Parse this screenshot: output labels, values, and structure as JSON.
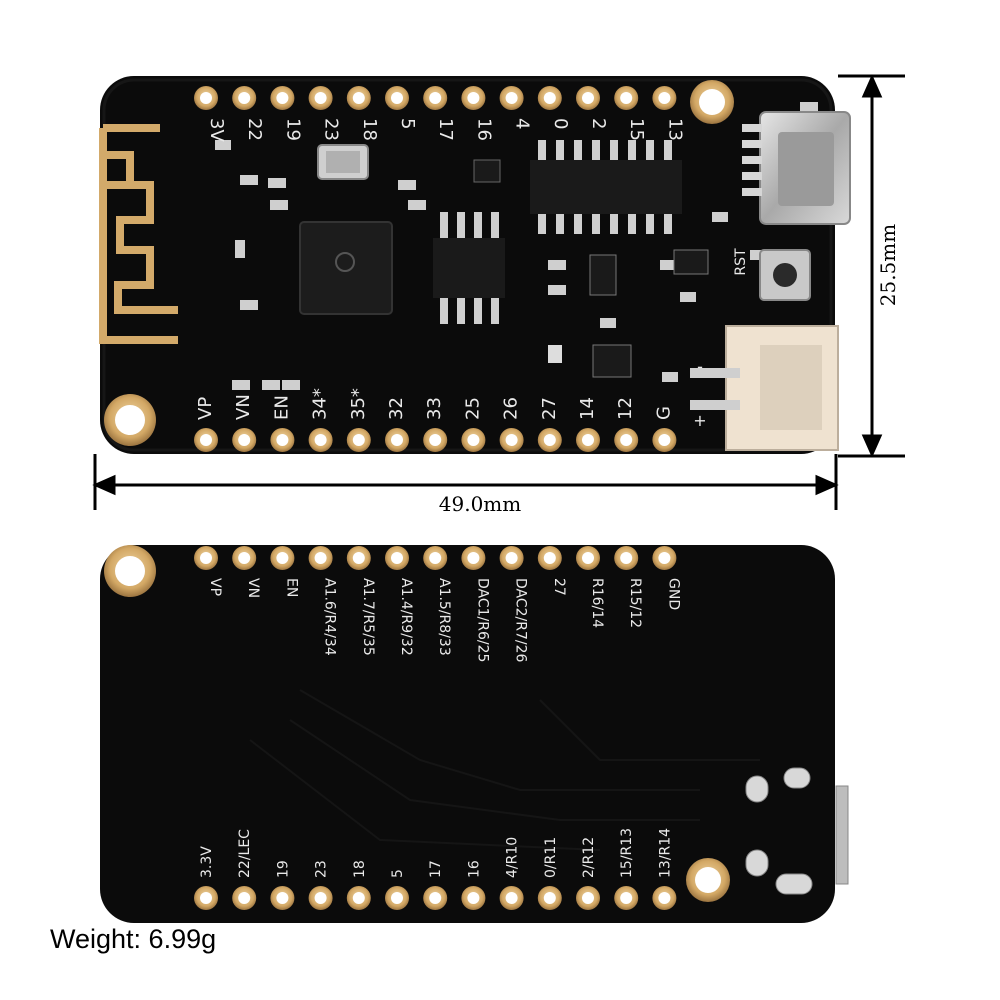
{
  "dimensions": {
    "width_label": "49.0mm",
    "height_label": "25.5mm"
  },
  "weight_label": "Weight: 6.99g",
  "top_board": {
    "top_pins": [
      "3V",
      "22",
      "19",
      "23",
      "18",
      "5",
      "17",
      "16",
      "4",
      "0",
      "2",
      "15",
      "13"
    ],
    "bottom_pins": [
      "VP",
      "VN",
      "EN",
      "34*",
      "35*",
      "32",
      "33",
      "25",
      "26",
      "27",
      "14",
      "12",
      "G"
    ],
    "button_label": "RST",
    "battery_marks": [
      "-",
      "+"
    ]
  },
  "bottom_board": {
    "top_pins": [
      "VP",
      "VN",
      "EN",
      "A1.6/R4/34",
      "A1.7/R5/35",
      "A1.4/R9/32",
      "A1.5/R8/33",
      "DAC1/R6/25",
      "DAC2/R7/26",
      "27",
      "R16/14",
      "R15/12",
      "GND"
    ],
    "bottom_pins": [
      "3.3V",
      "22/LEC",
      "19",
      "23",
      "18",
      "5",
      "17",
      "16",
      "4/R10",
      "0/R11",
      "2/R12",
      "15/R13",
      "13/R14"
    ]
  },
  "colors": {
    "pcb": "#0b0b0b",
    "pad_gold": "#d8b070",
    "silkscreen": "#e9e9e9",
    "connector": "#efe2d0"
  }
}
